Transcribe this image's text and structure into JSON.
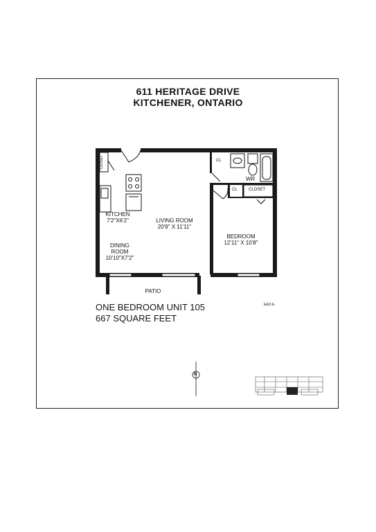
{
  "header": {
    "address_line1": "611 HERITAGE DRIVE",
    "address_line2": "KITCHENER, ONTARIO"
  },
  "rooms": {
    "kitchen": {
      "name": "KITCHEN",
      "dims": "7'2\"X6'2\""
    },
    "living": {
      "name": "LIVING ROOM",
      "dims": "20'9\" X 11'11\""
    },
    "dining": {
      "name": "DINING",
      "name2": "ROOM",
      "dims": "10'10\"X7'2\""
    },
    "bedroom": {
      "name": "BEDROOM",
      "dims": "12'11\" X 10'8\""
    },
    "closet_entry": "CLOSET",
    "closet_bed": "CLOSET",
    "cl1": "CL",
    "cl2": "CL",
    "wr": "WR",
    "patio": "PATIO"
  },
  "unit": {
    "type_line": "ONE BEDROOM UNIT 105",
    "area_line": "667 SQUARE FEET"
  },
  "disclaimer": "E&O.E.",
  "compass_letter": "N"
}
